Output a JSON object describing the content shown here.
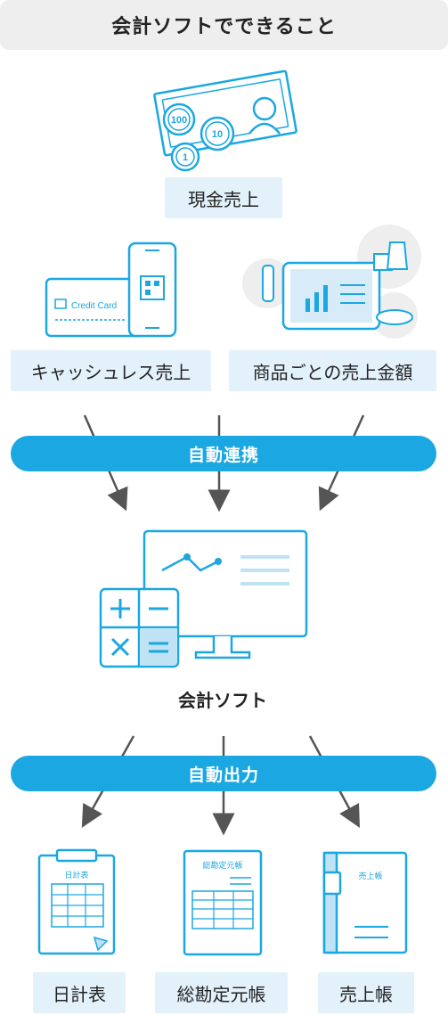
{
  "title": "会計ソフトでできること",
  "sources": {
    "cash": "現金売上",
    "cashless": "キャッシュレス売上",
    "product": "商品ごとの売上金額"
  },
  "step1": "自動連携",
  "software": "会計ソフト",
  "step2": "自動出力",
  "outputs": {
    "journal": "日計表",
    "ledger": "総勘定元帳",
    "sales_book": "売上帳"
  },
  "illustrations": {
    "card_text": "Credit Card",
    "coin_100": "100",
    "coin_10": "10",
    "coin_1": "1",
    "doc_journal": "日計表",
    "doc_ledger": "総勘定元帳",
    "doc_sales": "売上帳"
  },
  "colors": {
    "accent": "#1ba7e1",
    "label_bg": "#e3f1fb",
    "arrow": "#555555"
  }
}
